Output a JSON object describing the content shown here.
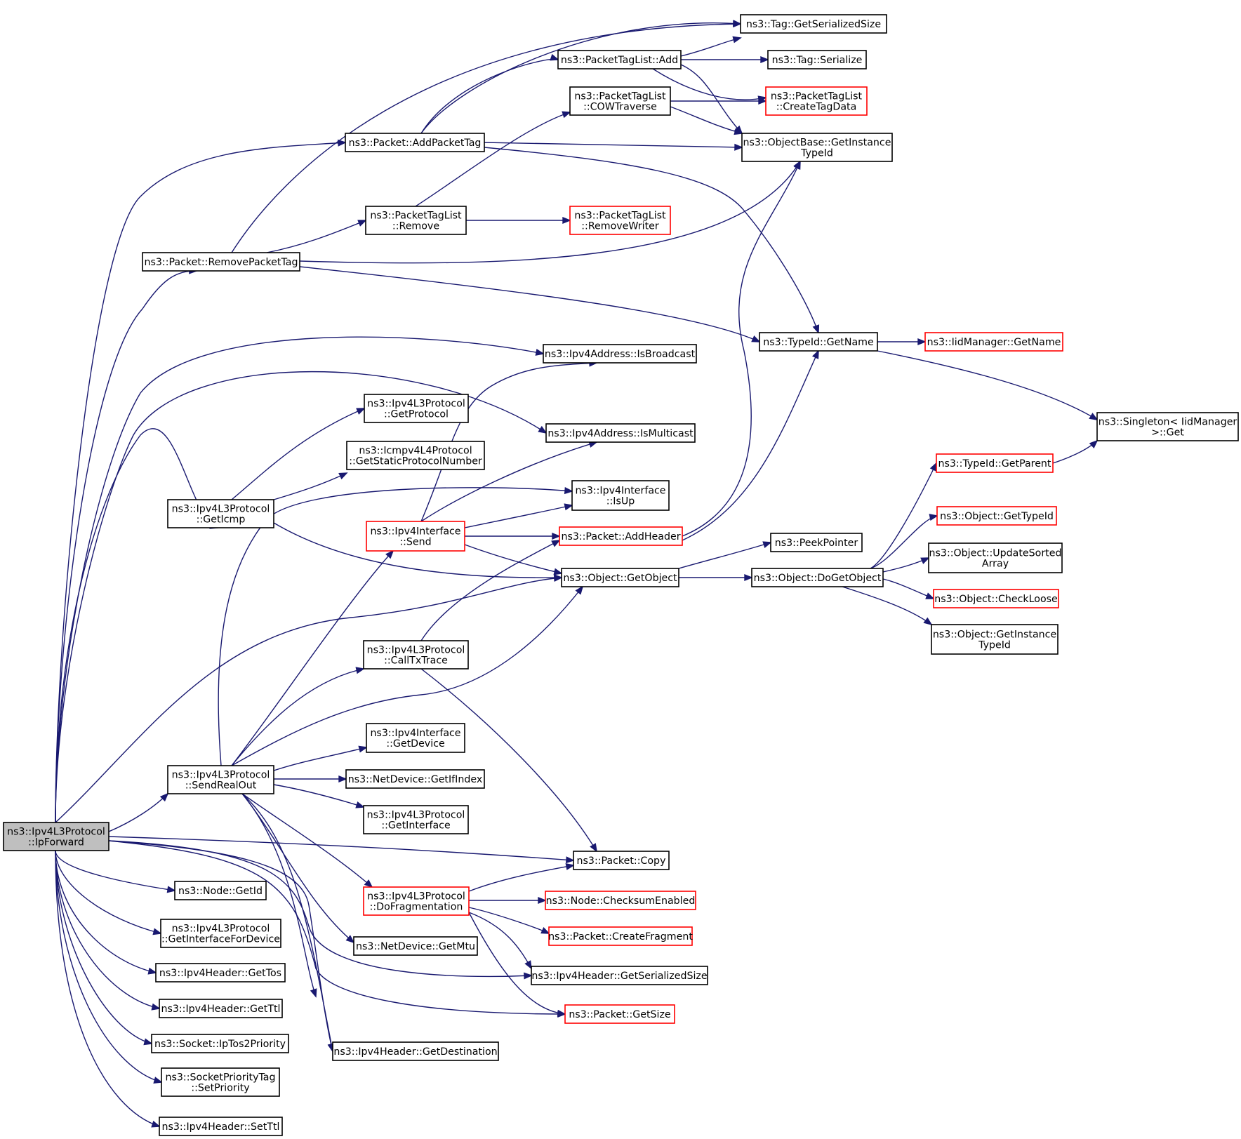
{
  "colors": {
    "edge": "#191970",
    "box_border": "#000000",
    "truncated_border": "#ff0000",
    "root_fill": "#bfbfbf"
  },
  "nodes": {
    "ipforward": [
      "ns3::Ipv4L3Protocol",
      "::IpForward"
    ],
    "tag_getserializedsize": [
      "ns3::Tag::GetSerializedSize"
    ],
    "packettaglist_add": [
      "ns3::PacketTagList::Add"
    ],
    "tag_serialize": [
      "ns3::Tag::Serialize"
    ],
    "packettaglist_cowtraverse": [
      "ns3::PacketTagList",
      "::COWTraverse"
    ],
    "packettaglist_createtagdata": [
      "ns3::PacketTagList",
      "::CreateTagData"
    ],
    "packet_addpackettag": [
      "ns3::Packet::AddPacketTag"
    ],
    "objectbase_getinstancetypeid": [
      "ns3::ObjectBase::GetInstance",
      "TypeId"
    ],
    "packettaglist_remove": [
      "ns3::PacketTagList",
      "::Remove"
    ],
    "packettaglist_removewriter": [
      "ns3::PacketTagList",
      "::RemoveWriter"
    ],
    "packet_removepackettag": [
      "ns3::Packet::RemovePacketTag"
    ],
    "typeid_getname": [
      "ns3::TypeId::GetName"
    ],
    "iidmanager_getname": [
      "ns3::IidManager::GetName"
    ],
    "ipv4address_isbroadcast": [
      "ns3::Ipv4Address::IsBroadcast"
    ],
    "singleton_get": [
      "ns3::Singleton< IidManager",
      ">::Get"
    ],
    "ipv4l3protocol_getprotocol": [
      "ns3::Ipv4L3Protocol",
      "::GetProtocol"
    ],
    "ipv4address_ismulticast": [
      "ns3::Ipv4Address::IsMulticast"
    ],
    "icmpv4l4protocol_getstaticprotocolnumber": [
      "ns3::Icmpv4L4Protocol",
      "::GetStaticProtocolNumber"
    ],
    "typeid_getparent": [
      "ns3::TypeId::GetParent"
    ],
    "ipv4interface_isup": [
      "ns3::Ipv4Interface",
      "::IsUp"
    ],
    "ipv4l3protocol_geticmp": [
      "ns3::Ipv4L3Protocol",
      "::GetIcmp"
    ],
    "object_gettypeid": [
      "ns3::Object::GetTypeId"
    ],
    "ipv4interface_send": [
      "ns3::Ipv4Interface",
      "::Send"
    ],
    "packet_addheader": [
      "ns3::Packet::AddHeader"
    ],
    "peekpointer": [
      "ns3::PeekPointer"
    ],
    "object_updatesortedarray": [
      "ns3::Object::UpdateSorted",
      "Array"
    ],
    "object_getobject": [
      "ns3::Object::GetObject"
    ],
    "object_dogetobject": [
      "ns3::Object::DoGetObject"
    ],
    "object_checkloose": [
      "ns3::Object::CheckLoose"
    ],
    "object_getinstancetypeid": [
      "ns3::Object::GetInstance",
      "TypeId"
    ],
    "ipv4l3protocol_calltxtrace": [
      "ns3::Ipv4L3Protocol",
      "::CallTxTrace"
    ],
    "ipv4interface_getdevice": [
      "ns3::Ipv4Interface",
      "::GetDevice"
    ],
    "ipv4l3protocol_sendrealout": [
      "ns3::Ipv4L3Protocol",
      "::SendRealOut"
    ],
    "netdevice_getifindex": [
      "ns3::NetDevice::GetIfIndex"
    ],
    "ipv4l3protocol_getinterface": [
      "ns3::Ipv4L3Protocol",
      "::GetInterface"
    ],
    "packet_copy": [
      "ns3::Packet::Copy"
    ],
    "node_getid": [
      "ns3::Node::GetId"
    ],
    "ipv4l3protocol_dofragmentation": [
      "ns3::Ipv4L3Protocol",
      "::DoFragmentation"
    ],
    "node_checksumenabled": [
      "ns3::Node::ChecksumEnabled"
    ],
    "ipv4l3protocol_getinterfacefordevice": [
      "ns3::Ipv4L3Protocol",
      "::GetInterfaceForDevice"
    ],
    "packet_createfragment": [
      "ns3::Packet::CreateFragment"
    ],
    "netdevice_getmtu": [
      "ns3::NetDevice::GetMtu"
    ],
    "ipv4header_gettos": [
      "ns3::Ipv4Header::GetTos"
    ],
    "ipv4header_getserializedsize": [
      "ns3::Ipv4Header::GetSerializedSize"
    ],
    "ipv4header_getttl": [
      "ns3::Ipv4Header::GetTtl"
    ],
    "packet_getsize": [
      "ns3::Packet::GetSize"
    ],
    "socket_iptos2priority": [
      "ns3::Socket::IpTos2Priority"
    ],
    "ipv4header_getdestination": [
      "ns3::Ipv4Header::GetDestination"
    ],
    "socketprioritytag_setpriority": [
      "ns3::SocketPriorityTag",
      "::SetPriority"
    ],
    "ipv4header_setttl": [
      "ns3::Ipv4Header::SetTtl"
    ]
  }
}
